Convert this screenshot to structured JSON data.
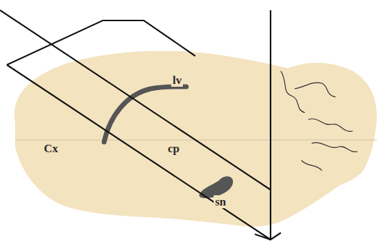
{
  "diagram": {
    "labels": [
      "lv",
      "Cx",
      "cp",
      "sn"
    ]
  }
}
